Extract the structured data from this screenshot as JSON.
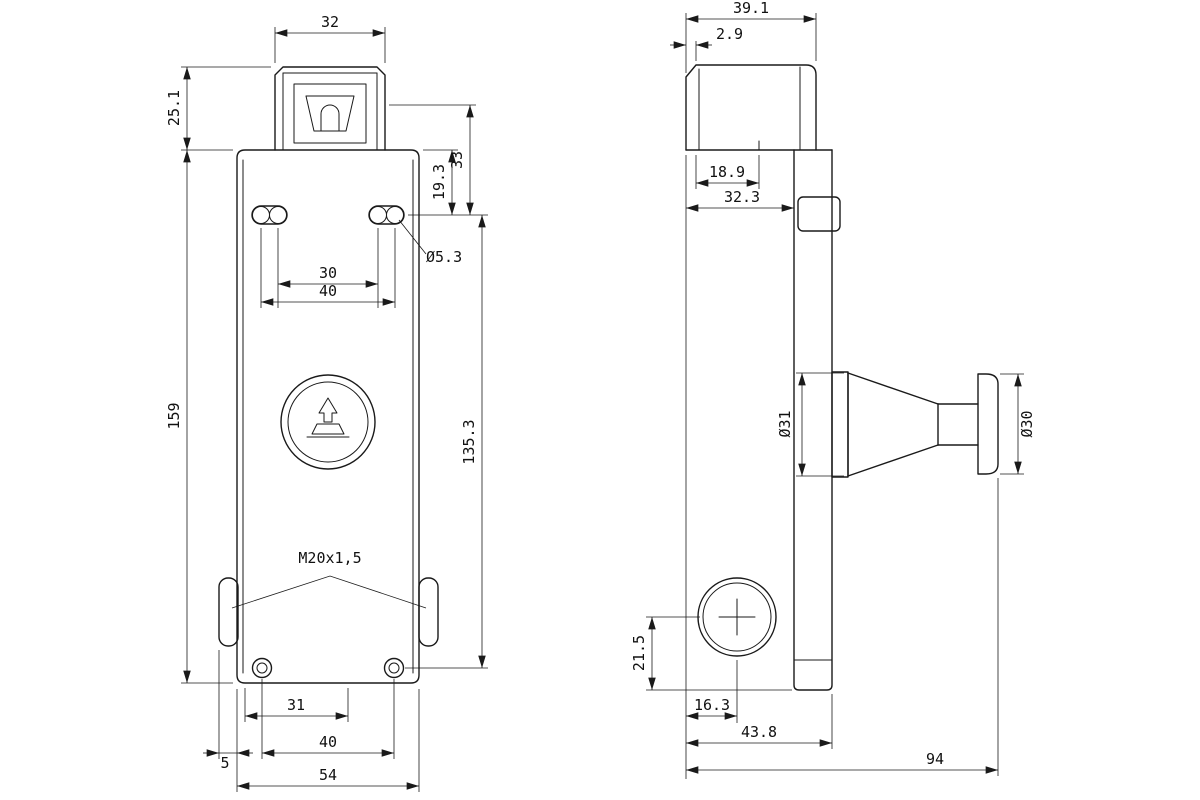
{
  "drawing": {
    "front": {
      "head_width": "32",
      "head_height": "25.1",
      "body_height": "159",
      "holes_from_body_top": "19.3",
      "holes_from_head": "33",
      "hole_diameter": "Ø5.3",
      "hole_spacing_inner": "30",
      "hole_spacing_outer": "40",
      "hole_span_vertical": "135.3",
      "gland_thread": "M20x1,5",
      "bottom_dim_31": "31",
      "bottom_hole_spacing": "40",
      "body_width": "54",
      "gland_protrusion": "5"
    },
    "side": {
      "head_depth": "39.1",
      "front_step": "2.9",
      "inner_depth": "18.9",
      "mount_depth": "32.3",
      "knob_base_diameter": "Ø31",
      "knob_diameter": "Ø30",
      "screw_height": "21.5",
      "screw_offset": "16.3",
      "body_depth": "43.8",
      "total_depth": "94"
    }
  }
}
